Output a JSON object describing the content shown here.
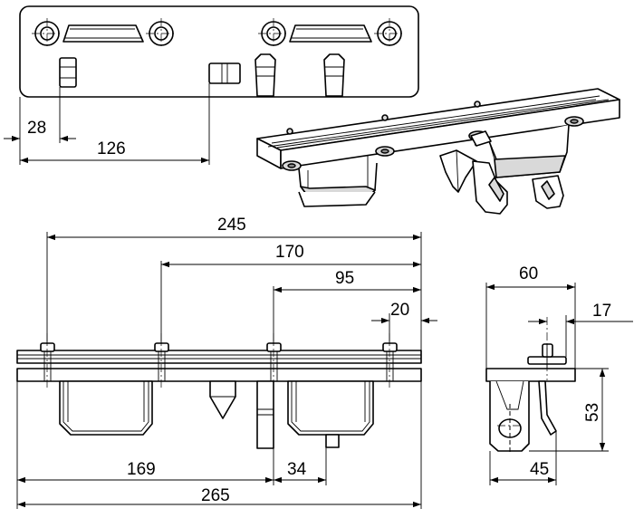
{
  "dimensions": {
    "top_view_28": "28",
    "top_view_126": "126",
    "front_245": "245",
    "front_170": "170",
    "front_95": "95",
    "front_20": "20",
    "front_169": "169",
    "front_34": "34",
    "front_265": "265",
    "side_60": "60",
    "side_17": "17",
    "side_53": "53",
    "side_45": "45"
  }
}
